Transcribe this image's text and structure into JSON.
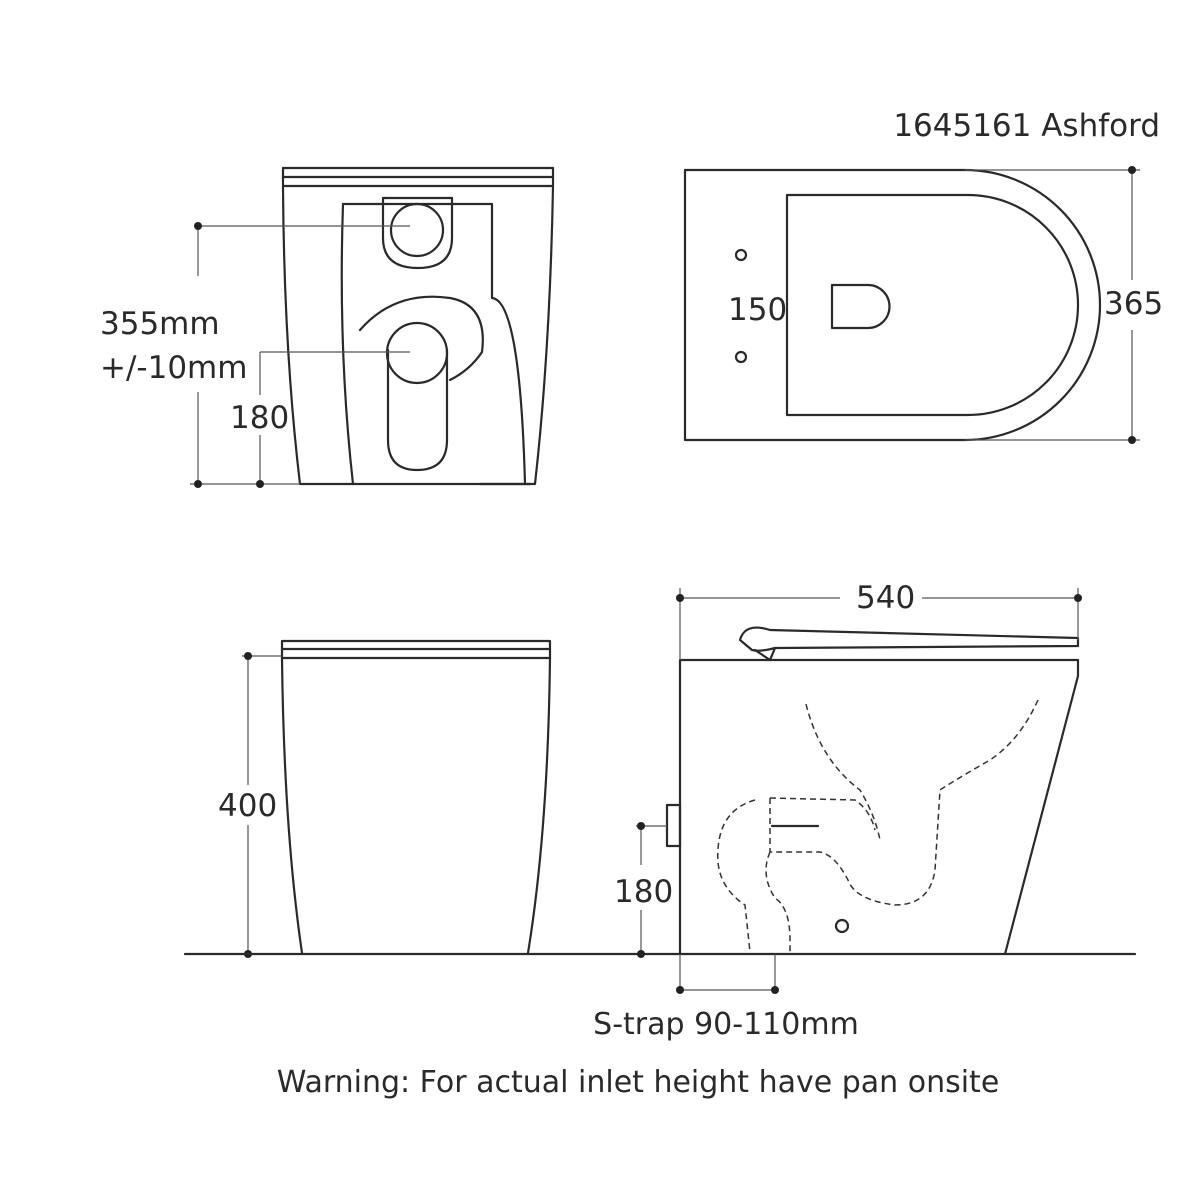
{
  "model_label": "1645161 Ashford",
  "rear_view": {
    "inlet_height_line1": "355mm",
    "inlet_height_line2": "+/-10mm",
    "outlet_height": "180"
  },
  "top_view": {
    "hole_spacing": "150",
    "width": "365"
  },
  "front_view": {
    "height": "400"
  },
  "side_view": {
    "length": "540",
    "outlet_height": "180"
  },
  "captions": {
    "s_trap": "S-trap 90-110mm",
    "warning": "Warning: For actual inlet height have pan onsite"
  }
}
